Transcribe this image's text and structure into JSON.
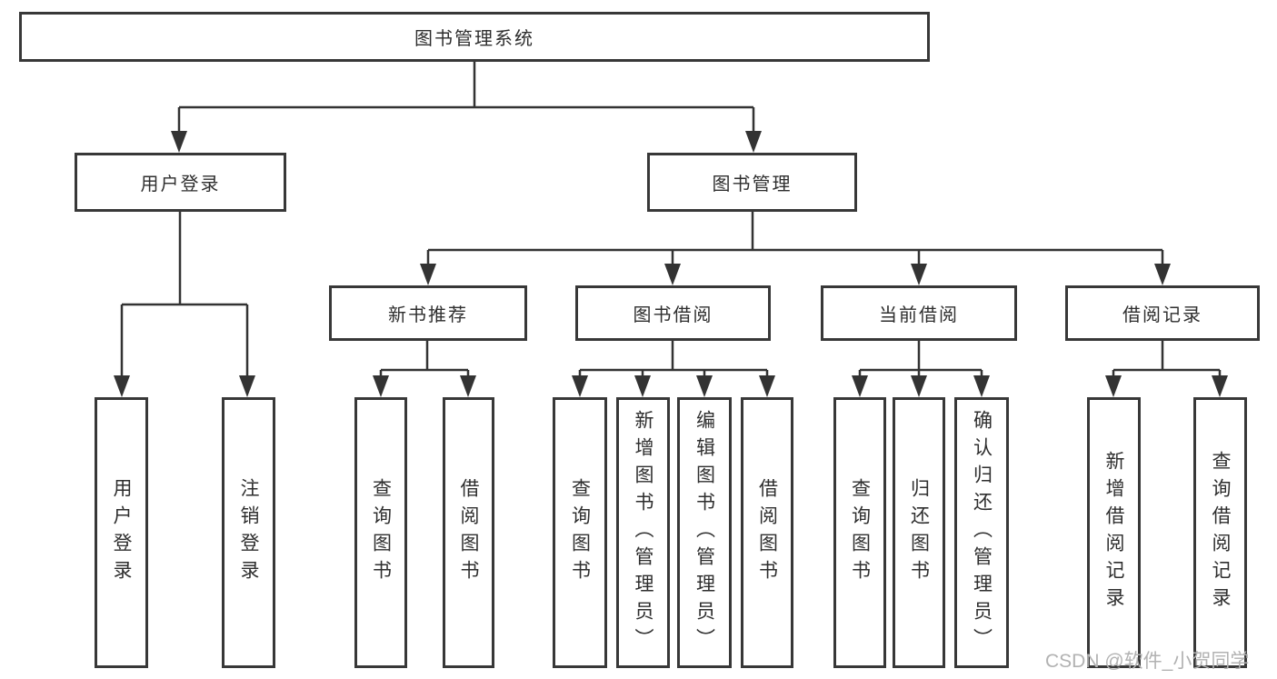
{
  "diagram_title": "图书管理系统",
  "tree": {
    "root": {
      "label": "图书管理系统",
      "children": [
        {
          "label": "用户登录",
          "children": [
            {
              "label": "用户登录"
            },
            {
              "label": "注销登录"
            }
          ]
        },
        {
          "label": "图书管理",
          "children": [
            {
              "label": "新书推荐",
              "children": [
                {
                  "label": "查询图书"
                },
                {
                  "label": "借阅图书"
                }
              ]
            },
            {
              "label": "图书借阅",
              "children": [
                {
                  "label": "查询图书"
                },
                {
                  "label": "新增图书（管理员）"
                },
                {
                  "label": "编辑图书（管理员）"
                },
                {
                  "label": "借阅图书"
                }
              ]
            },
            {
              "label": "当前借阅",
              "children": [
                {
                  "label": "查询图书"
                },
                {
                  "label": "归还图书"
                },
                {
                  "label": "确认归还（管理员）"
                }
              ]
            },
            {
              "label": "借阅记录",
              "children": [
                {
                  "label": "新增借阅记录"
                },
                {
                  "label": "查询借阅记录"
                }
              ]
            }
          ]
        }
      ]
    }
  },
  "watermark": "CSDN @软件_小贺同学",
  "colors": {
    "line": "#333333",
    "border": "#383838",
    "text": "#2e2e2e",
    "watermark": "#b2b2b2",
    "background": "#ffffff"
  }
}
